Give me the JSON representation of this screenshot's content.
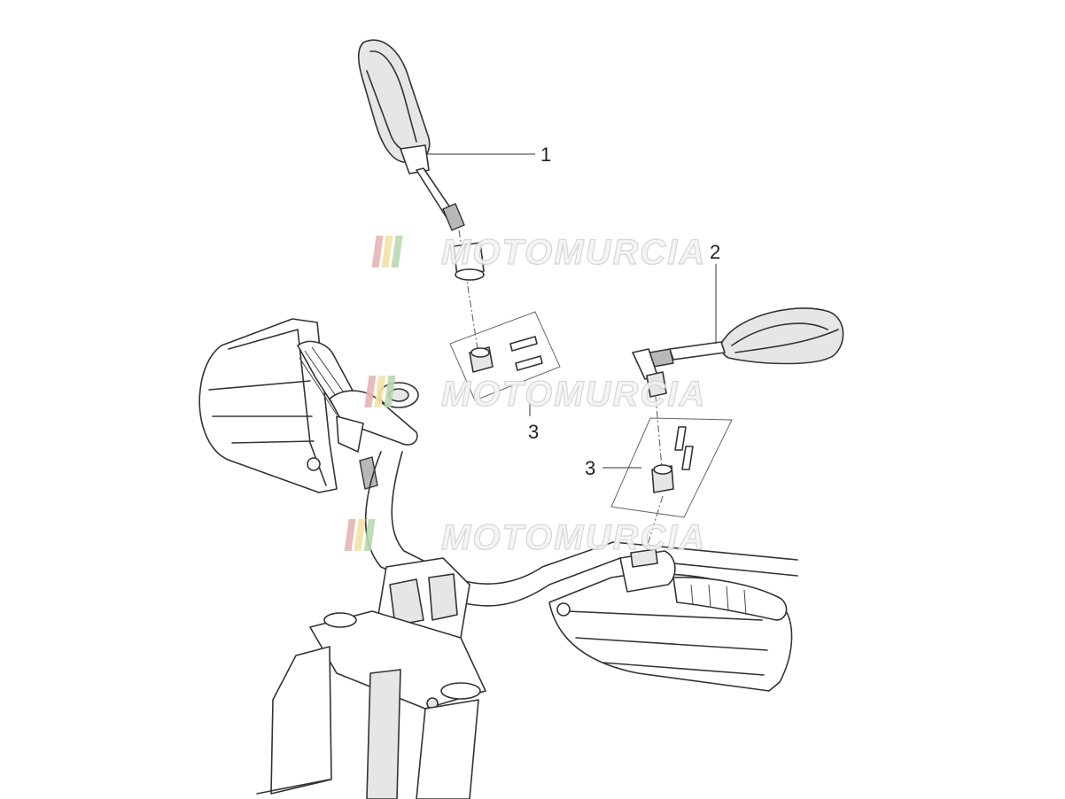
{
  "diagram": {
    "callouts": [
      {
        "id": "1",
        "label": "1"
      },
      {
        "id": "2",
        "label": "2"
      },
      {
        "id": "3a",
        "label": "3"
      },
      {
        "id": "3b",
        "label": "3"
      }
    ],
    "watermark": {
      "text": "MOTOMURCIA",
      "stripe_colors": [
        "#e8b4b4",
        "#f3e3a6",
        "#b9d9b0"
      ]
    }
  }
}
